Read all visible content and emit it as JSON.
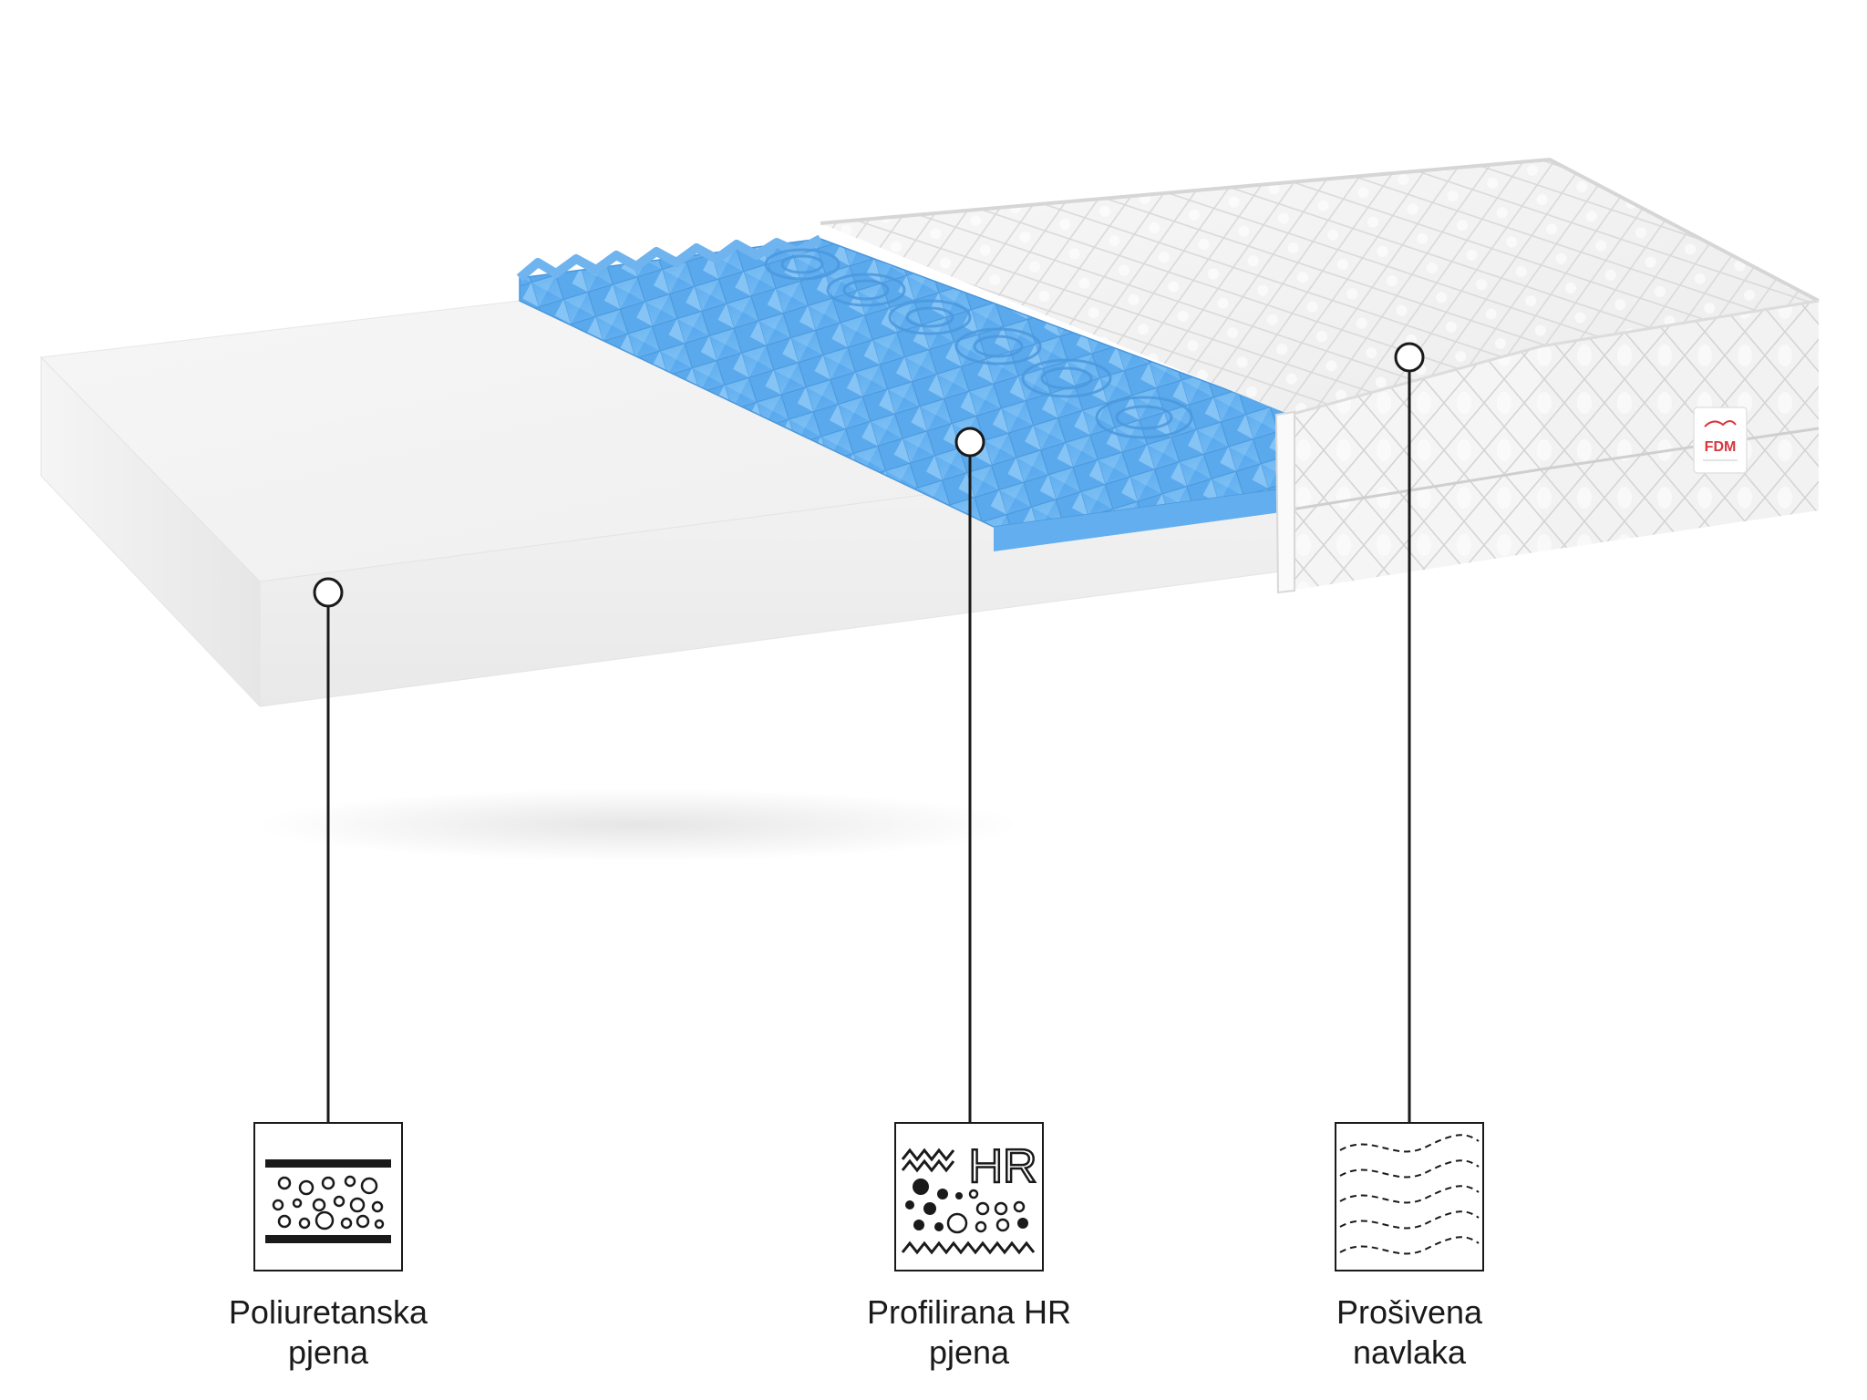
{
  "brand": {
    "logo_text": "FDM",
    "logo_color": "#d9363e"
  },
  "colors": {
    "foam": "#f4f4f4",
    "hr_foam": "#6fb4ee",
    "cover": "#f7f7f7",
    "line": "#1a1a1a"
  },
  "layers": [
    {
      "id": "polyurethane",
      "icon": "foam-layers-icon",
      "label_line1": "Poliuretanska",
      "label_line2": "pjena"
    },
    {
      "id": "hr-foam",
      "icon": "hr-foam-icon",
      "icon_text": "HR",
      "label_line1": "Profilirana HR",
      "label_line2": "pjena"
    },
    {
      "id": "cover",
      "icon": "quilted-cover-icon",
      "label_line1": "Prošivena",
      "label_line2": "navlaka"
    }
  ]
}
